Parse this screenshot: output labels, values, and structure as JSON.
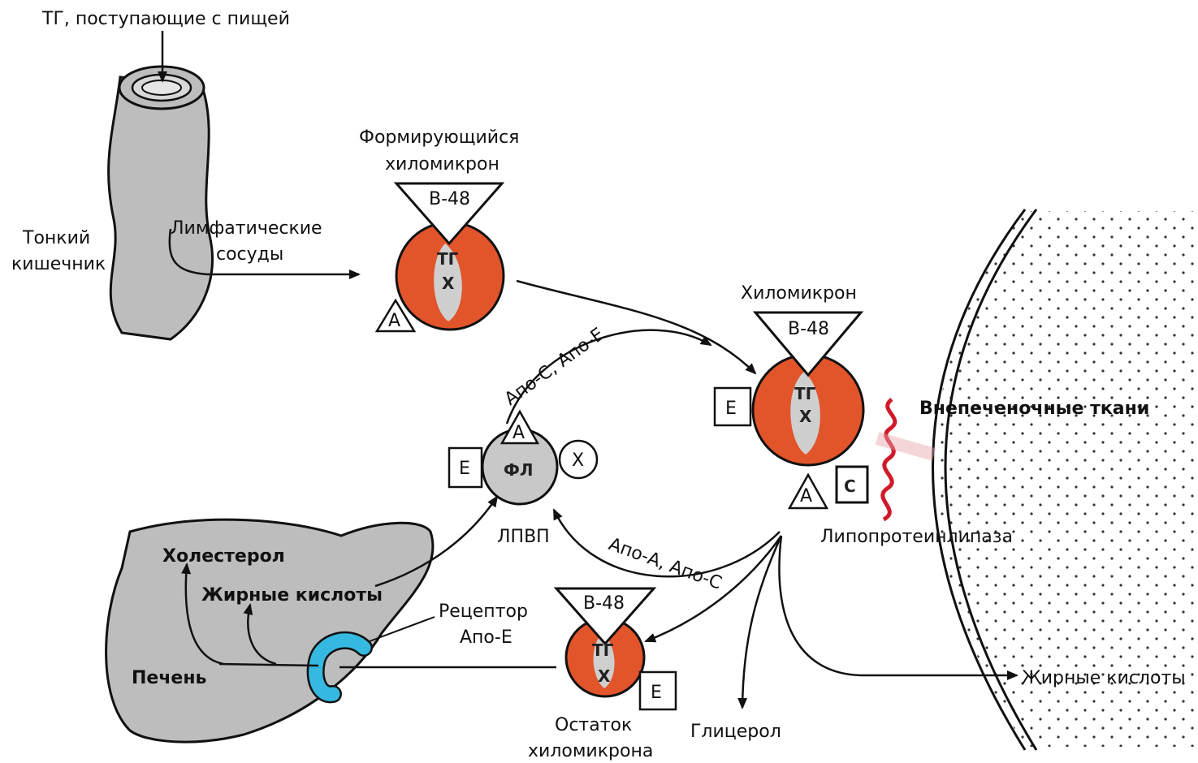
{
  "colors": {
    "tissue_gray": "#bdbdbd",
    "chylo_orange": "#e2542a",
    "core_gray": "#cfcfcf",
    "receptor_blue": "#35b9e0",
    "lipase_red": "#d01a2a",
    "ink": "#111111"
  },
  "labels": {
    "dietary_tg": "ТГ, поступающие с пищей",
    "small_intestine_1": "Тонкий",
    "small_intestine_2": "кишечник",
    "lymph_1": "Лимфатические",
    "lymph_2": "сосуды",
    "forming_1": "Формирующийся",
    "forming_2": "хиломикрон",
    "chylomicron": "Хиломикрон",
    "extrahepatic": "Внепеченочные ткани",
    "lipase": "Липопротеинлипаза",
    "fatty_acids_right": "Жирные кислоты",
    "glycerol": "Глицерол",
    "remnant_1": "Остаток",
    "remnant_2": "хиломикрона",
    "receptor_1": "Рецептор",
    "receptor_2": "Апо-Е",
    "liver": "Печень",
    "cholesterol": "Холестерол",
    "fatty_acids_liver": "Жирные кислоты",
    "hdl": "ЛПВП",
    "apo_ce": "Апо-С, Апо-Е",
    "apo_ac": "Апо-А,  Апо-С"
  },
  "tags": {
    "b48": "В-48",
    "tg": "ТГ",
    "x": "Х",
    "a": "А",
    "e": "Е",
    "c": "С",
    "fl": "ФЛ"
  }
}
